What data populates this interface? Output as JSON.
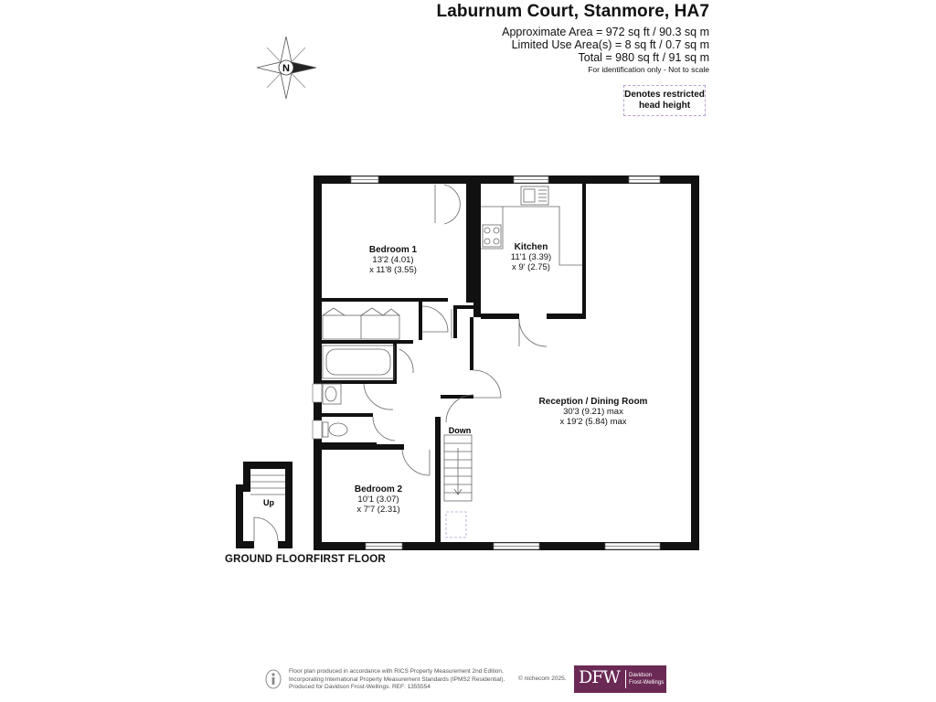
{
  "header": {
    "title": "Laburnum Court, Stanmore, HA7",
    "area_lines": [
      "Approximate Area = 972 sq ft / 90.3 sq m",
      "Limited Use Area(s) = 8 sq ft / 0.7 sq m",
      "Total = 980 sq ft / 91 sq m"
    ],
    "note": "For identification only - Not to scale"
  },
  "legend": {
    "restricted_line1": "Denotes restricted",
    "restricted_line2": "head height",
    "border_color": "#b9a0cf"
  },
  "compass": {
    "letter": "N"
  },
  "rooms": {
    "bedroom1": {
      "name": "Bedroom 1",
      "dim1": "13'2 (4.01)",
      "dim2": "x 11'8 (3.55)"
    },
    "kitchen": {
      "name": "Kitchen",
      "dim1": "11'1 (3.39)",
      "dim2": "x 9' (2.75)"
    },
    "reception": {
      "name": "Reception / Dining Room",
      "dim1": "30'3 (9.21) max",
      "dim2": "x 19'2 (5.84) max"
    },
    "bedroom2": {
      "name": "Bedroom 2",
      "dim1": "10'1 (3.07)",
      "dim2": "x 7'7 (2.31)"
    }
  },
  "stairs": {
    "down": "Down",
    "up": "Up"
  },
  "floors": {
    "ground": "GROUND FLOOR",
    "first": "FIRST FLOOR"
  },
  "footer": {
    "line1": "Floor plan produced in accordance with RICS Property Measurement 2nd Edition,",
    "line2": "Incorporating International Property Measurement Standards (IPMS2 Residential).",
    "line3": "Produced for Davidson Frost-Wellings.   REF: 1355554",
    "copyright": "© nichecom 2025."
  },
  "logo": {
    "monogram": "DFW",
    "line1": "Davidson",
    "line2": "Frost-Wellings",
    "color": "#6b2a55"
  },
  "colors": {
    "wall": "#111111",
    "fixture": "#666666"
  }
}
